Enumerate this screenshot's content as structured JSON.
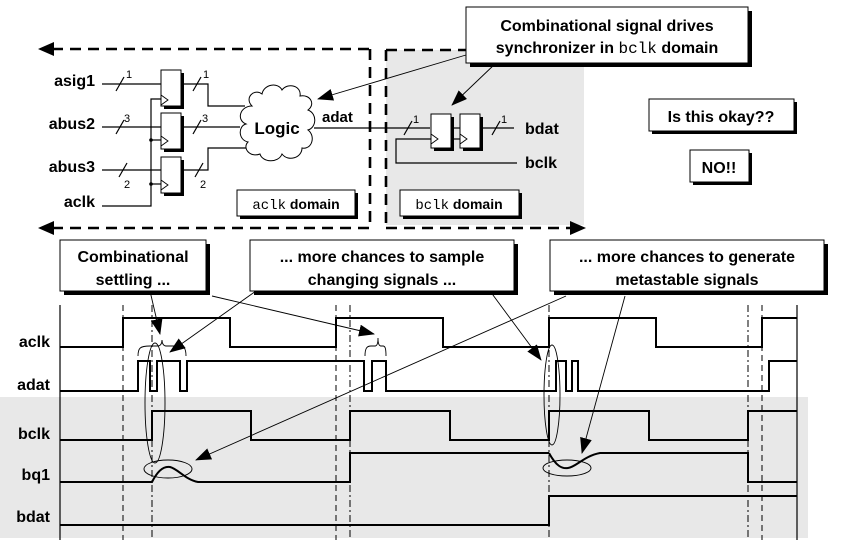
{
  "schematic": {
    "inputs": [
      {
        "name": "asig1",
        "width_in": "1",
        "width_out": "1"
      },
      {
        "name": "abus2",
        "width_in": "3",
        "width_out": "3"
      },
      {
        "name": "abus3",
        "width_in": "2",
        "width_out": "2"
      }
    ],
    "clock_a": "aclk",
    "logic_label": "Logic",
    "adat_label": "adat",
    "sync_in_width": "1",
    "sync_out_width": "1",
    "bdat_label": "bdat",
    "bclk_label": "bclk",
    "aclk_domain": {
      "mono": "aclk",
      "text": "domain"
    },
    "bclk_domain": {
      "mono": "bclk",
      "text": "domain"
    }
  },
  "callouts": {
    "combinational_drives": {
      "line1": "Combinational signal drives",
      "line2_pre": "synchronizer in",
      "line2_mono": "bclk",
      "line2_post": "domain"
    },
    "is_this_okay": "Is this okay??",
    "no": "NO!!",
    "settling": {
      "line1": "Combinational",
      "line2": "settling ..."
    },
    "more_sample": {
      "line1": "... more chances to sample",
      "line2": "changing signals ..."
    },
    "more_metastable": {
      "line1": "... more chances to generate",
      "line2": "metastable signals"
    }
  },
  "timing": {
    "signals": [
      "aclk",
      "adat",
      "bclk",
      "bq1",
      "bdat"
    ]
  },
  "colors": {
    "bclk_domain_shade": "#e8e8e8",
    "ink": "#000000"
  }
}
